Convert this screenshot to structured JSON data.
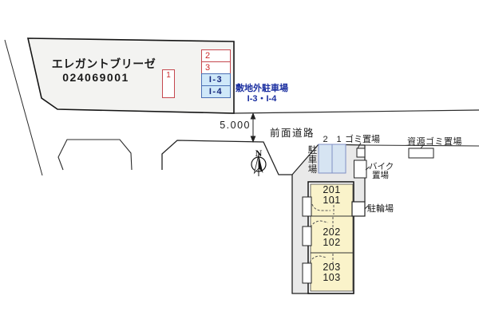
{
  "colors": {
    "line": "#2a2a2a",
    "accent_red": "#cc2a2a",
    "accent_blue": "#1b2fa0",
    "stall_fill": "#d6e4f2",
    "stall_border": "#8090c4",
    "legend_blue_fill": "#cfe8f9",
    "site_fill": "#e9e9e9",
    "building_fill": "#faf3ca",
    "parcel_fill": "#f3f3f1"
  },
  "parcel": {
    "title": "エレガントブリーゼ",
    "code": "024069001",
    "spot_label": "1",
    "legend": [
      {
        "label": "2"
      },
      {
        "label": "3"
      },
      {
        "label": "I-3"
      },
      {
        "label": "I-4"
      }
    ]
  },
  "offsite_parking": {
    "title": "敷地外駐車場",
    "spots": "I-3・I-4"
  },
  "road": {
    "width_dimension": "5.000",
    "name": "前面道路"
  },
  "compass": {
    "north_label": "N"
  },
  "site": {
    "parking_area_label": "駐車場",
    "stall_numbers": [
      {
        "label": "2"
      },
      {
        "label": "1"
      }
    ],
    "garbage_area_label": "ゴミ置場",
    "recycle_garbage_label": "資源ゴミ置場",
    "bike_area_label_line1": "バイク",
    "bike_area_label_line2": "置場",
    "bicycle_parking_label": "駐輪場",
    "building_units": [
      {
        "upper": "201",
        "lower": "101"
      },
      {
        "upper": "202",
        "lower": "102"
      },
      {
        "upper": "203",
        "lower": "103"
      }
    ]
  }
}
